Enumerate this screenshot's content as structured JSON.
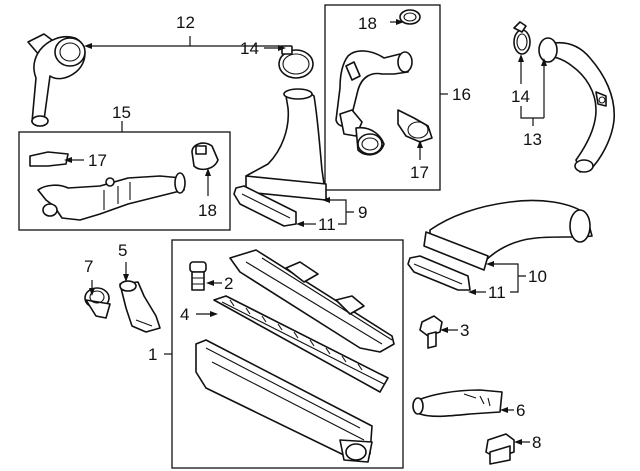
{
  "callouts": {
    "c1": "1",
    "c2": "2",
    "c3": "3",
    "c4": "4",
    "c5": "5",
    "c6": "6",
    "c7": "7",
    "c8": "8",
    "c9": "9",
    "c10": "10",
    "c11a": "11",
    "c11b": "11",
    "c12": "12",
    "c13": "13",
    "c14a": "14",
    "c14b": "14",
    "c15": "15",
    "c16": "16",
    "c17a": "17",
    "c17b": "17",
    "c18a": "18",
    "c18b": "18"
  }
}
